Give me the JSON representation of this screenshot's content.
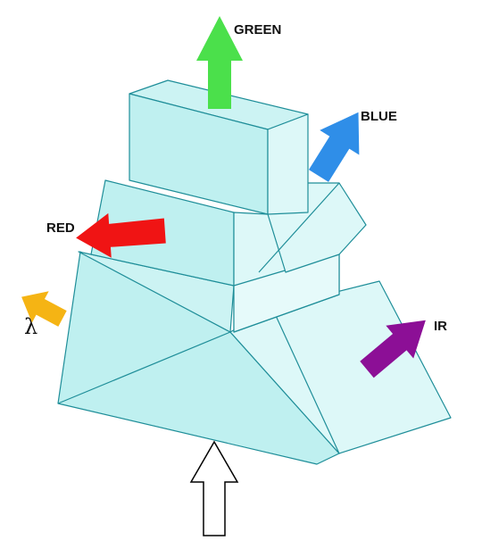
{
  "colors": {
    "face_light": "#ddf8f8",
    "face_mid": "#bff0f0",
    "face_dark": "#a4e8ea",
    "edge": "#1f8e99",
    "green": "#4be04b",
    "blue": "#2f8ee8",
    "red": "#f01414",
    "input_lambda": "#f5b414",
    "ir": "#8c0f96",
    "input_beam": "#ffffff",
    "input_beam_outline": "#000000"
  },
  "beams": {
    "green": {
      "label": "GREEN",
      "icon": "up-arrow-icon"
    },
    "blue": {
      "label": "BLUE",
      "icon": "up-right-arrow-icon"
    },
    "red": {
      "label": "RED",
      "icon": "left-arrow-icon"
    },
    "lambda": {
      "label": "λ",
      "icon": "up-left-arrow-icon"
    },
    "ir": {
      "label": "IR",
      "icon": "up-right-arrow-icon"
    },
    "input": {
      "icon": "up-arrow-outline-icon"
    }
  }
}
